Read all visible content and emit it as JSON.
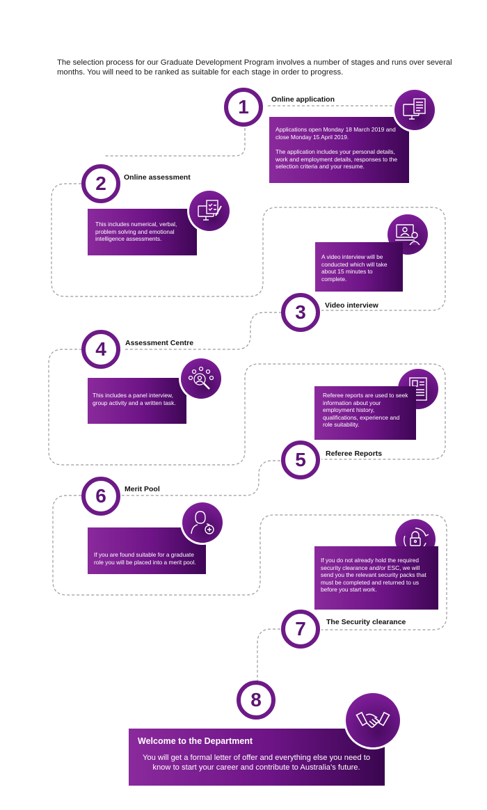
{
  "intro": "The selection process for our Graduate Development Program involves a number of stages and runs over several months. You will need to be ranked as suitable for each stage in order to progress.",
  "stages": [
    {
      "number": "1",
      "title": "Online application",
      "icon": "computer-document-icon",
      "paragraphs": [
        "Applications open Monday 18 March 2019 and close Monday 15 April 2019.",
        "The application includes your personal details, work and employment details, responses to the selection criteria and your resume."
      ]
    },
    {
      "number": "2",
      "title": "Online assessment",
      "icon": "monitor-checklist-icon",
      "paragraphs": [
        "This includes numerical, verbal, problem solving and emotional intelligence assessments."
      ]
    },
    {
      "number": "3",
      "title": "Video interview",
      "icon": "video-call-icon",
      "paragraphs": [
        "A video interview will be conducted which will take about 15 minutes to complete."
      ]
    },
    {
      "number": "4",
      "title": "Assessment Centre",
      "icon": "group-search-icon",
      "paragraphs": [
        "This includes a panel interview, group activity and a written task."
      ]
    },
    {
      "number": "5",
      "title": "Referee Reports",
      "icon": "document-profile-icon",
      "paragraphs": [
        "Referee reports are used to seek information about your employment history, qualifications, experience and role suitability."
      ]
    },
    {
      "number": "6",
      "title": "Merit Pool",
      "icon": "person-add-icon",
      "paragraphs": [
        "If you are found suitable for a graduate role you will be placed into a merit pool."
      ]
    },
    {
      "number": "7",
      "title": "The Security clearance",
      "icon": "padlock-cycle-icon",
      "paragraphs": [
        "If you do not already hold the required security clearance and/or ESC, we will send you the relevant security packs that must be completed and returned to us before you start work."
      ]
    },
    {
      "number": "8",
      "title": "Welcome to the Department",
      "icon": "handshake-icon",
      "paragraphs": [
        "You will get a formal letter of offer and everything else you need to know to start your career and contribute to Australia’s future."
      ]
    }
  ],
  "colors": {
    "circle_border": "#6d1a87",
    "number": "#5b1573",
    "box_start": "#8a2a9c",
    "box_end": "#3e0655",
    "dash": "#9a9a9a"
  }
}
